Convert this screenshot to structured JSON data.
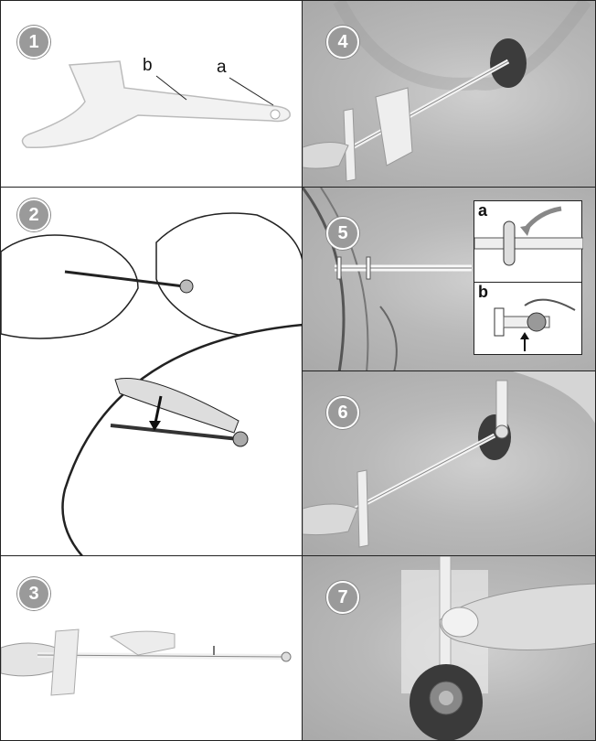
{
  "steps": [
    {
      "number": "1",
      "labels": {
        "a": "a",
        "b": "b"
      }
    },
    {
      "number": "2"
    },
    {
      "number": "3"
    },
    {
      "number": "4"
    },
    {
      "number": "5",
      "insets": {
        "a": "a",
        "b": "b"
      }
    },
    {
      "number": "6"
    },
    {
      "number": "7"
    }
  ]
}
